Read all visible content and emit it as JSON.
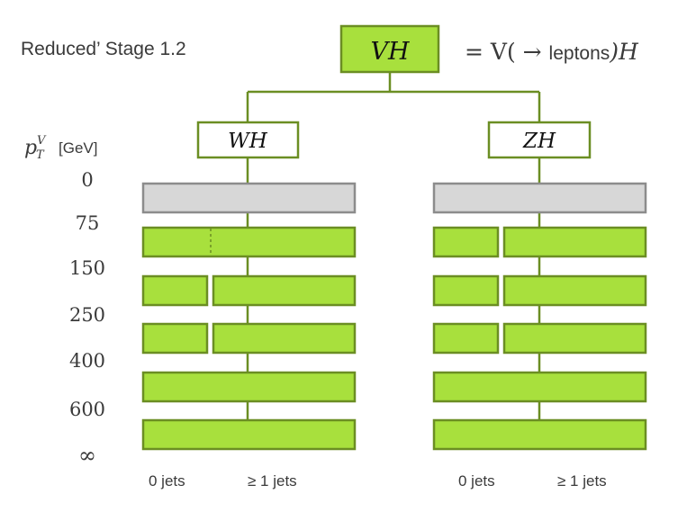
{
  "title": "Reduced’ Stage 1.2",
  "root": {
    "label": "VH",
    "definition_prefix": "= V( → ",
    "definition_word": "leptons",
    "definition_suffix": ")H"
  },
  "branches": [
    {
      "label": "WH"
    },
    {
      "label": "ZH"
    }
  ],
  "axis": {
    "symbol": "p",
    "superscript": "V",
    "subscript": "T",
    "unit": "[GeV]",
    "ticks": [
      "0",
      "75",
      "150",
      "250",
      "400",
      "600",
      "∞"
    ]
  },
  "column_labels": [
    "0 jets",
    "≥ 1 jets",
    "0 jets",
    "≥ 1 jets"
  ],
  "colors": {
    "green_fill": "#a8e03d",
    "green_stroke": "#6b8e23",
    "grey_fill": "#d7d7d7",
    "grey_stroke": "#8c8c8c",
    "text": "#3a3a3a"
  }
}
